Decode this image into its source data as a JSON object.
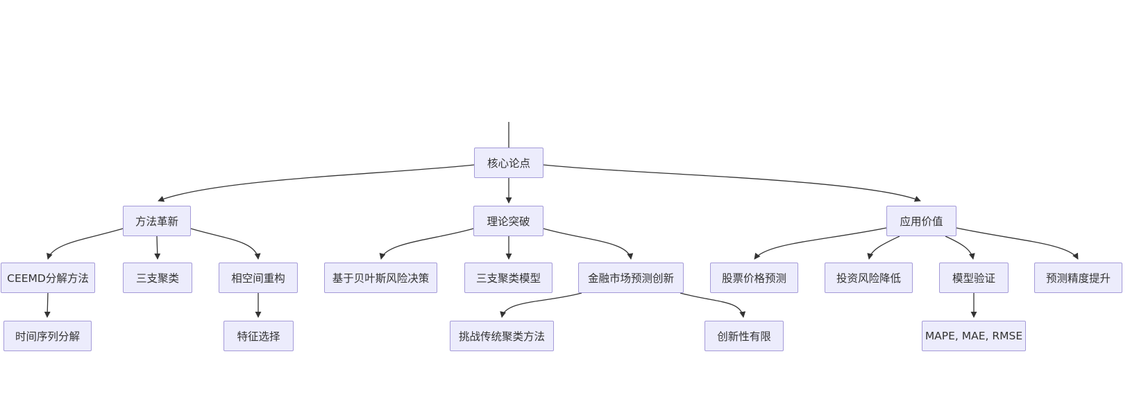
{
  "colors": {
    "node_fill": "#ececfc",
    "node_border": "#a49ad8",
    "edge_color": "#333333",
    "text_color": "#333333",
    "canvas_bg": "#ffffff"
  },
  "tree": {
    "label": "核心论点",
    "children": [
      {
        "label": "方法革新",
        "children": [
          {
            "label": "CEEMD分解方法",
            "children": [
              {
                "label": "时间序列分解"
              }
            ]
          },
          {
            "label": "三支聚类"
          },
          {
            "label": "相空间重构",
            "children": [
              {
                "label": "特征选择"
              }
            ]
          }
        ]
      },
      {
        "label": "理论突破",
        "children": [
          {
            "label": "基于贝叶斯风险决策"
          },
          {
            "label": "三支聚类模型"
          },
          {
            "label": "金融市场预测创新",
            "children": [
              {
                "label": "挑战传统聚类方法"
              },
              {
                "label": "创新性有限"
              }
            ]
          }
        ]
      },
      {
        "label": "应用价值",
        "children": [
          {
            "label": "股票价格预测"
          },
          {
            "label": "投资风险降低"
          },
          {
            "label": "模型验证",
            "children": [
              {
                "label": "MAPE, MAE, RMSE"
              }
            ]
          },
          {
            "label": "预测精度提升"
          }
        ]
      }
    ]
  }
}
